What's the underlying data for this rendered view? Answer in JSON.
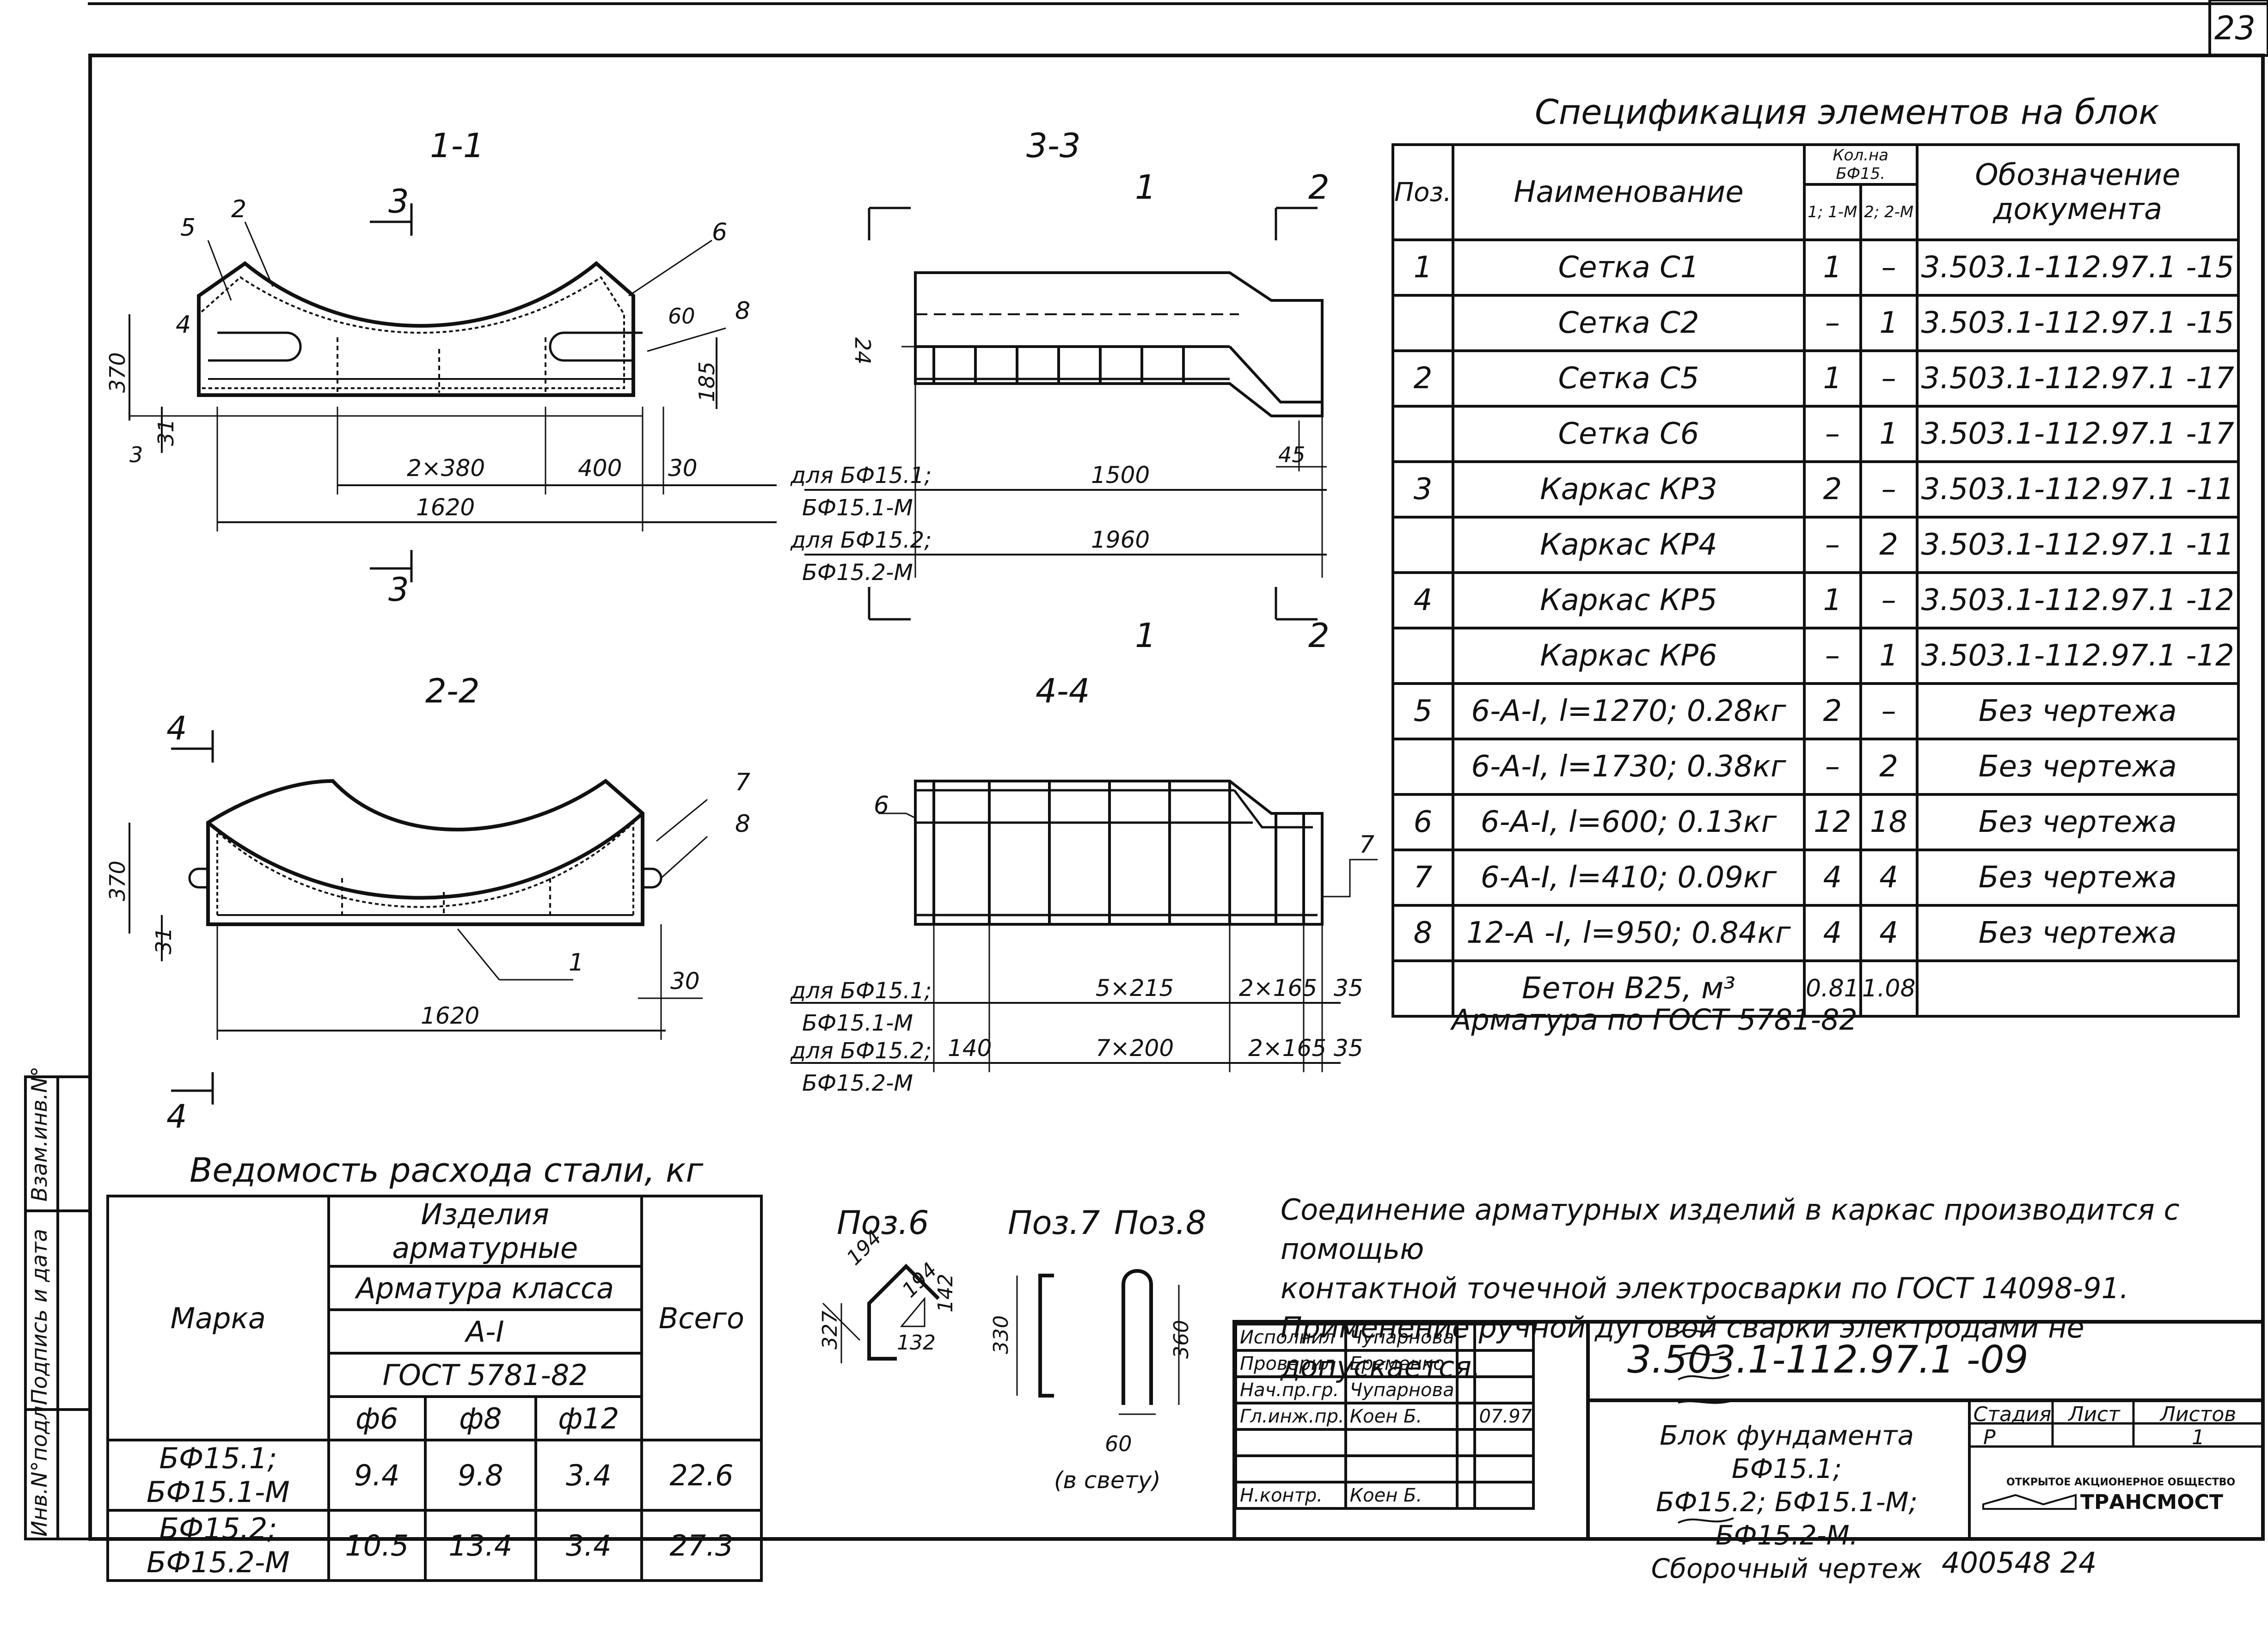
{
  "sheet": {
    "page_number": "23",
    "bottom_handwriting": "400548  24"
  },
  "sections": {
    "s11": {
      "title": "1-1",
      "labels": {
        "n5": "5",
        "n2": "2",
        "n3": "3",
        "n6": "6",
        "n4": "4",
        "n8": "8"
      },
      "dims": {
        "h370": "370",
        "w60": "60",
        "h185": "185",
        "h31": "31",
        "w3": "3",
        "w2x380": "2×380",
        "w400": "400",
        "w30": "30",
        "w1620": "1620"
      }
    },
    "s33": {
      "title": "3-3",
      "cut_labels": {
        "c1": "1",
        "c2": "2",
        "c1b": "1",
        "c2b": "2"
      },
      "dims": {
        "d24": "24",
        "d45": "45",
        "d1500": "1500",
        "d1960": "1960"
      },
      "for1": "для БФ15.1;",
      "for1b": "БФ15.1-М",
      "for2": "для БФ15.2;",
      "for2b": "БФ15.2-М"
    },
    "s22": {
      "title": "2-2",
      "labels": {
        "n7": "7",
        "n8": "8",
        "n1": "1",
        "n4": "4",
        "n4b": "4"
      },
      "dims": {
        "h370": "370",
        "h31": "31",
        "w30": "30",
        "w1620": "1620"
      }
    },
    "s44": {
      "title": "4-4",
      "labels": {
        "n6": "6",
        "n7": "7"
      },
      "dims": {
        "d5x215": "5×215",
        "d2x165": "2×165",
        "d35": "35",
        "d140": "140",
        "d7x200": "7×200",
        "d2x165b": "2×165",
        "d35b": "35"
      },
      "for1": "для БФ15.1;",
      "for1b": "БФ15.1-М",
      "for2": "для БФ15.2;",
      "for2b": "БФ15.2-М"
    }
  },
  "spec": {
    "title": "Спецификация элементов на блок",
    "headers": {
      "pos": "Поз.",
      "name": "Наименование",
      "qty": "Кол.на БФ15.",
      "q1": "1; 1-М",
      "q2": "2; 2-М",
      "doc": "Обозначение документа"
    },
    "rows": [
      {
        "pos": "1",
        "name": "Сетка С1",
        "q1": "1",
        "q2": "–",
        "doc": "3.503.1-112.97.1 -15"
      },
      {
        "pos": "",
        "name": "Сетка С2",
        "q1": "–",
        "q2": "1",
        "doc": "3.503.1-112.97.1 -15"
      },
      {
        "pos": "2",
        "name": "Сетка С5",
        "q1": "1",
        "q2": "–",
        "doc": "3.503.1-112.97.1 -17"
      },
      {
        "pos": "",
        "name": "Сетка С6",
        "q1": "–",
        "q2": "1",
        "doc": "3.503.1-112.97.1 -17"
      },
      {
        "pos": "3",
        "name": "Каркас КР3",
        "q1": "2",
        "q2": "–",
        "doc": "3.503.1-112.97.1 -11"
      },
      {
        "pos": "",
        "name": "Каркас КР4",
        "q1": "–",
        "q2": "2",
        "doc": "3.503.1-112.97.1 -11"
      },
      {
        "pos": "4",
        "name": "Каркас КР5",
        "q1": "1",
        "q2": "–",
        "doc": "3.503.1-112.97.1 -12"
      },
      {
        "pos": "",
        "name": "Каркас КР6",
        "q1": "–",
        "q2": "1",
        "doc": "3.503.1-112.97.1 -12"
      },
      {
        "pos": "5",
        "name": "6-А-I, l=1270; 0.28кг",
        "q1": "2",
        "q2": "–",
        "doc": "Без чертежа"
      },
      {
        "pos": "",
        "name": "6-А-I, l=1730; 0.38кг",
        "q1": "–",
        "q2": "2",
        "doc": "Без чертежа"
      },
      {
        "pos": "6",
        "name": "6-А-I, l=600; 0.13кг",
        "q1": "12",
        "q2": "18",
        "doc": "Без чертежа"
      },
      {
        "pos": "7",
        "name": "6-А-I, l=410; 0.09кг",
        "q1": "4",
        "q2": "4",
        "doc": "Без чертежа"
      },
      {
        "pos": "8",
        "name": "12-А -I, l=950; 0.84кг",
        "q1": "4",
        "q2": "4",
        "doc": "Без чертежа"
      },
      {
        "pos": "",
        "name": "Бетон В25, м³",
        "q1": "0.81",
        "q2": "1.08",
        "doc": ""
      }
    ],
    "footnote": "Арматура по ГОСТ 5781-82"
  },
  "steel": {
    "title": "Ведомость расхода стали, кг",
    "headers": {
      "mark": "Марка",
      "products": "Изделия арматурные",
      "rebar_class": "Арматура класса",
      "class": "А-I",
      "gost": "ГОСТ 5781-82",
      "total": "Всего",
      "d6": "ф6",
      "d8": "ф8",
      "d12": "ф12"
    },
    "rows": [
      {
        "mark": "БФ15.1; БФ15.1-М",
        "d6": "9.4",
        "d8": "9.8",
        "d12": "3.4",
        "total": "22.6"
      },
      {
        "mark": "БФ15.2; БФ15.2-М",
        "d6": "10.5",
        "d8": "13.4",
        "d12": "3.4",
        "total": "27.3"
      }
    ]
  },
  "positions": {
    "p6": {
      "title": "Поз.6",
      "d194": "194",
      "d194b": "194",
      "d142": "142",
      "d327": "327",
      "d132": "132"
    },
    "p7": {
      "title": "Поз.7",
      "d330": "330"
    },
    "p8": {
      "title": "Поз.8",
      "d360": "360",
      "d60": "60",
      "note": "(в свету)"
    }
  },
  "notes": [
    "Соединение арматурных изделий в каркас производится с помощью",
    "контактной точечной электросварки по ГОСТ 14098-91.",
    "Применение ручной дуговой сварки электродами не допускается."
  ],
  "side_stamp": {
    "a": "Взам.инв.N°",
    "b": "Подпись и дата",
    "c": "Инв.N°подл."
  },
  "title_block": {
    "code": "3.503.1-112.97.1 -09",
    "roles": [
      {
        "role": "Исполнил",
        "name": "Чупарнова",
        "date": ""
      },
      {
        "role": "Проверил",
        "name": "Еременко",
        "date": ""
      },
      {
        "role": "Нач.пр.гр.",
        "name": "Чупарнова",
        "date": ""
      },
      {
        "role": "Гл.инж.пр.",
        "name": "Коен Б.",
        "date": "07.97"
      },
      {
        "role": "",
        "name": "",
        "date": ""
      },
      {
        "role": "",
        "name": "",
        "date": ""
      },
      {
        "role": "Н.контр.",
        "name": "Коен Б.",
        "date": ""
      }
    ],
    "desc1": "Блок фундамента БФ15.1;",
    "desc2": "БФ15.2; БФ15.1-М; БФ15.2-М.",
    "desc3": "Сборочный чертеж",
    "stage_h": "Стадия",
    "sheet_h": "Лист",
    "sheets_h": "Листов",
    "stage": "Р",
    "sheet": "",
    "sheets": "1",
    "company1": "ОТКРЫТОЕ АКЦИОНЕРНОЕ ОБЩЕСТВО",
    "company2": "ТРАНСМОСТ"
  }
}
